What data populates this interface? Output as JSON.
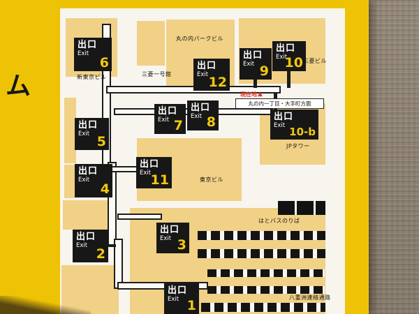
{
  "colors": {
    "sign_yellow": "#eec306",
    "map_white": "#f7f5ee",
    "building_tan": "#f1d186",
    "exit_box_black": "#171717",
    "exit_number_yellow": "#f3c80e",
    "marker_red": "#d93a28",
    "wall_brown": "#8d8173"
  },
  "sign": {
    "left_partial_text": "ム"
  },
  "map": {
    "marker": {
      "label": "現在地",
      "triangle": "▲"
    },
    "direction_sign": "丸の内一丁目・大手町方面",
    "labels": {
      "marunouchi_park_bldg": "丸の内パークビル",
      "mitsubishi_ichigokan": "三菱一号館",
      "mitsubishi_bldg": "三菱ビル",
      "shin_tokyo_bldg": "新東京ビル",
      "jp_tower": "JPタワー",
      "tokyo_bldg": "東京ビル",
      "hato_bus_stop": "はとバスのりば",
      "yaesu_passage": "八重洲連絡通路"
    },
    "exits": [
      {
        "deck": "出口",
        "exit": "Exit",
        "num": "6"
      },
      {
        "deck": "出口",
        "exit": "Exit",
        "num": "12"
      },
      {
        "deck": "出口",
        "exit": "Exit",
        "num": "9"
      },
      {
        "deck": "出口",
        "exit": "Exit",
        "num": "10"
      },
      {
        "deck": "出口",
        "exit": "Exit",
        "num": "7"
      },
      {
        "deck": "出口",
        "exit": "Exit",
        "num": "8"
      },
      {
        "deck": "出口",
        "exit": "Exit",
        "num": "10-b"
      },
      {
        "deck": "出口",
        "exit": "Exit",
        "num": "5"
      },
      {
        "deck": "出口",
        "exit": "Exit",
        "num": "11"
      },
      {
        "deck": "出口",
        "exit": "Exit",
        "num": "4"
      },
      {
        "deck": "出口",
        "exit": "Exit",
        "num": "3"
      },
      {
        "deck": "出口",
        "exit": "Exit",
        "num": "2"
      },
      {
        "deck": "出口",
        "exit": "Exit",
        "num": "1"
      }
    ]
  }
}
